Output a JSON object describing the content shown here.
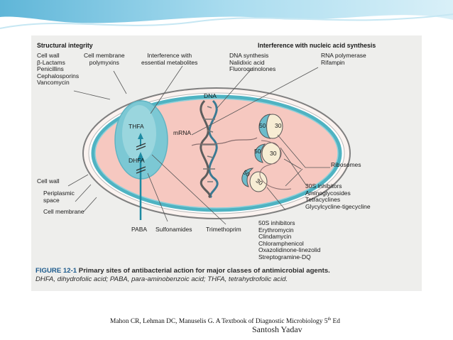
{
  "header_labels": {
    "structural_integrity": "Structural integrity",
    "nucleic_acid": "Interference with nucleic acid synthesis"
  },
  "labels": {
    "cell_wall_agents": "Cell wall\nβ-Lactams\nPenicillins\nCephalosporins\nVancomycin",
    "cell_membrane_agents": "Cell membrane\npolymyxins",
    "metabolites": "Interference with\nessential metabolites",
    "dna_synthesis": "DNA synthesis\nNalidixic acid\nFluoroquinolones",
    "rna_polymerase": "RNA polymerase\nRifampin",
    "dna": "DNA",
    "mrna": "mRNA",
    "thfa": "THFA",
    "dhfa": "DHFA",
    "paba": "PABA",
    "sulfonamides": "Sulfonamides",
    "trimethoprim": "Trimethoprim",
    "ribosomes": "Ribosomes",
    "cell_wall": "Cell wall",
    "periplasmic_space": "Periplasmic\nspace",
    "cell_membrane": "Cell membrane",
    "inhibitors_30s": "30S inhibitors\nAminoglycosides\nTetracyclines\nGlycylcycline-tigecycline",
    "inhibitors_50s": "50S inhibitors\nErythromycin\nClindamycin\nChloramphenicol\nOxazolidinone-linezolid\nStreptogramine-DQ"
  },
  "ribosome_units": {
    "large": "50",
    "small": "30"
  },
  "caption": {
    "figure_number": "FIGURE 12-1",
    "title": "Primary sites of antibacterial action for major classes of antimicrobial agents.",
    "definitions": "DHFA, dihydrofolic acid; PABA, para-aminobenzoic acid; THFA, tetrahydrofolic acid."
  },
  "footer": {
    "reference": "Mahon CR, Lehman DC, Manuselis G. A Textbook of Diagnostic Microbiology 5",
    "reference_sup": "th",
    "reference_end": " Ed",
    "author": "Santosh Yadav"
  },
  "colors": {
    "cell_fill": "#f6c8c0",
    "membrane_teal": "#4fb3c2",
    "wall_outline": "#7f7f7f",
    "caption_blue": "#1c5a8c",
    "ribosome_cream": "#f7edd4"
  }
}
